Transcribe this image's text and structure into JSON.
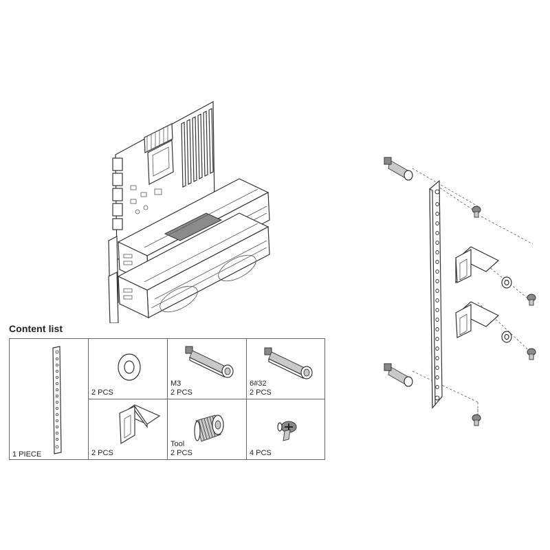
{
  "content_list": {
    "title": "Content list",
    "items": [
      {
        "name": "bracket",
        "lines": [
          "1 PIECE"
        ]
      },
      {
        "name": "washer",
        "lines": [
          "2 PCS"
        ]
      },
      {
        "name": "standoff-m3",
        "lines": [
          "M3",
          "2 PCS"
        ]
      },
      {
        "name": "standoff-6-32",
        "lines": [
          "6#32",
          "2 PCS"
        ]
      },
      {
        "name": "support-clip",
        "lines": [
          "2 PCS"
        ]
      },
      {
        "name": "tool",
        "lines": [
          "Tool",
          "2 PCS"
        ]
      },
      {
        "name": "screw",
        "lines": [
          "4 PCS"
        ]
      }
    ]
  },
  "icons": [
    "motherboard-with-gpus",
    "bracket",
    "washer",
    "standoff",
    "support-clip",
    "tool",
    "screw"
  ]
}
